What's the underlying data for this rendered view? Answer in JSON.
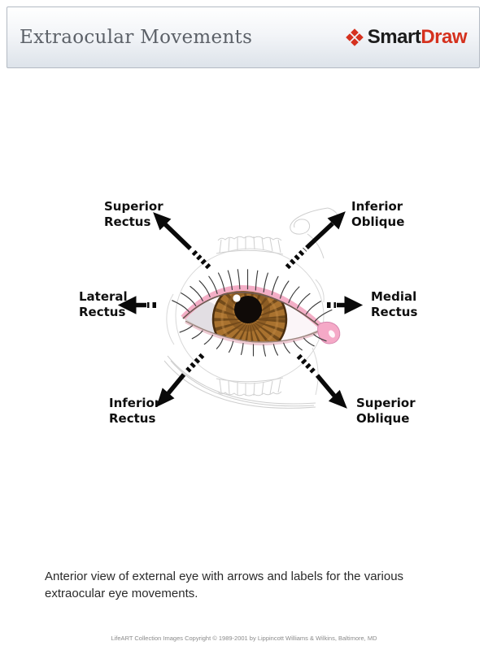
{
  "header": {
    "title": "Extraocular Movements",
    "logo": {
      "icon": "diamonds-icon",
      "smart": "Smart",
      "draw": "Draw"
    }
  },
  "diagram": {
    "description": "anterior-eye-illustration-with-movement-arrows",
    "labels": [
      {
        "id": "superior-rectus",
        "line1": "Superior",
        "line2": "Rectus"
      },
      {
        "id": "inferior-oblique",
        "line1": "Inferior",
        "line2": "Oblique"
      },
      {
        "id": "lateral-rectus",
        "line1": "Lateral",
        "line2": "Rectus"
      },
      {
        "id": "medial-rectus",
        "line1": "Medial",
        "line2": "Rectus"
      },
      {
        "id": "inferior-rectus",
        "line1": "Inferior",
        "line2": "Rectus"
      },
      {
        "id": "superior-oblique",
        "line1": "Superior",
        "line2": "Oblique"
      }
    ]
  },
  "caption": {
    "line1": "Anterior view of external eye with arrows and labels for the various",
    "line2": "extraocular eye movements."
  },
  "footer": {
    "copyright": "LifeART Collection Images Copyright © 1989-2001 by Lippincott Williams & Wilkins, Baltimore, MD"
  },
  "colors": {
    "logo_red": "#d5311e",
    "title_gray": "#5c6168",
    "label_black": "#0f0f0f",
    "iris_brown": "#a9722f",
    "lid_pink": "#f3aec6",
    "faint_gray": "#cfcfcf"
  }
}
